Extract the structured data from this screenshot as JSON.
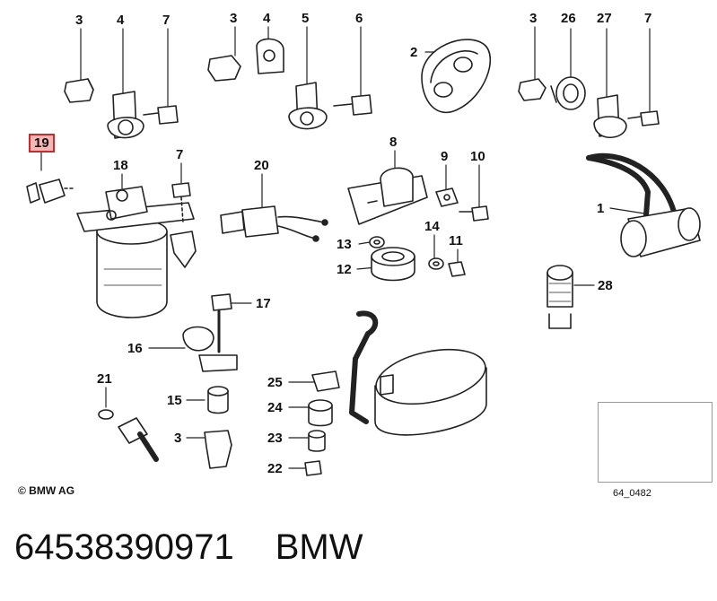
{
  "callouts": [
    {
      "id": "c3a",
      "text": "3"
    },
    {
      "id": "c4a",
      "text": "4"
    },
    {
      "id": "c7a",
      "text": "7"
    },
    {
      "id": "c3b",
      "text": "3"
    },
    {
      "id": "c4b",
      "text": "4"
    },
    {
      "id": "c5",
      "text": "5"
    },
    {
      "id": "c6",
      "text": "6"
    },
    {
      "id": "c3c",
      "text": "3"
    },
    {
      "id": "c26",
      "text": "26"
    },
    {
      "id": "c27",
      "text": "27"
    },
    {
      "id": "c7c",
      "text": "7"
    },
    {
      "id": "c2",
      "text": "2"
    },
    {
      "id": "c19",
      "text": "19"
    },
    {
      "id": "c18",
      "text": "18"
    },
    {
      "id": "c7b",
      "text": "7"
    },
    {
      "id": "c20",
      "text": "20"
    },
    {
      "id": "c8",
      "text": "8"
    },
    {
      "id": "c9",
      "text": "9"
    },
    {
      "id": "c10",
      "text": "10"
    },
    {
      "id": "c1",
      "text": "1"
    },
    {
      "id": "c14",
      "text": "14"
    },
    {
      "id": "c13",
      "text": "13"
    },
    {
      "id": "c11",
      "text": "11"
    },
    {
      "id": "c12",
      "text": "12"
    },
    {
      "id": "c28",
      "text": "28"
    },
    {
      "id": "c17",
      "text": "17"
    },
    {
      "id": "c16",
      "text": "16"
    },
    {
      "id": "c21",
      "text": "21"
    },
    {
      "id": "c15",
      "text": "15"
    },
    {
      "id": "c3d",
      "text": "3"
    },
    {
      "id": "c25",
      "text": "25"
    },
    {
      "id": "c24",
      "text": "24"
    },
    {
      "id": "c23",
      "text": "23"
    },
    {
      "id": "c22",
      "text": "22"
    }
  ],
  "highlight_color": "#cc2a2a",
  "copyright": "© BMW AG",
  "thumbnail_code": "64_0482",
  "footer": {
    "part_number": "64538390971",
    "brand": "BMW"
  }
}
